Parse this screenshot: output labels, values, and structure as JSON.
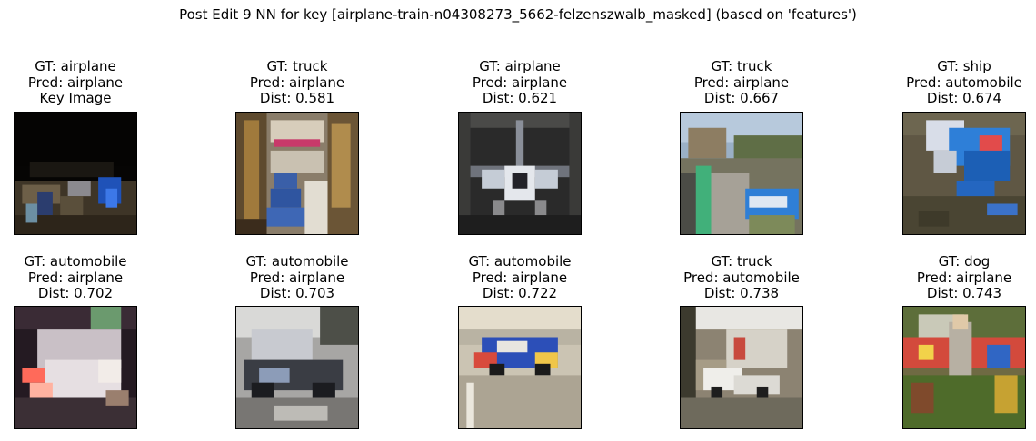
{
  "figure": {
    "title": "Post Edit 9 NN for key [airplane-train-n04308273_5662-felzenszwalb_masked] (based on 'features')"
  },
  "panels": [
    {
      "gt": "GT: airplane",
      "pred": "Pred: airplane",
      "extra": "Key Image",
      "image": "key-image-dark-masked-airplane"
    },
    {
      "gt": "GT: truck",
      "pred": "Pred: airplane",
      "extra": "Dist: 0.581",
      "image": "interior-corridor-blue-seats"
    },
    {
      "gt": "GT: airplane",
      "pred": "Pred: airplane",
      "extra": "Dist: 0.621",
      "image": "propeller-airplane-front-view"
    },
    {
      "gt": "GT: truck",
      "pred": "Pred: airplane",
      "extra": "Dist: 0.667",
      "image": "blue-vehicle-road-green-barrier"
    },
    {
      "gt": "GT: ship",
      "pred": "Pred: automobile",
      "extra": "Dist: 0.674",
      "image": "blue-boat-murky-water"
    },
    {
      "gt": "GT: automobile",
      "pred": "Pred: airplane",
      "extra": "Dist: 0.702",
      "image": "car-night-lights"
    },
    {
      "gt": "GT: automobile",
      "pred": "Pred: airplane",
      "extra": "Dist: 0.703",
      "image": "dark-car-grayscale-scene"
    },
    {
      "gt": "GT: automobile",
      "pred": "Pred: airplane",
      "extra": "Dist: 0.722",
      "image": "blue-race-car-track"
    },
    {
      "gt": "GT: truck",
      "pred": "Pred: automobile",
      "extra": "Dist: 0.738",
      "image": "white-truck-parking-lot"
    },
    {
      "gt": "GT: dog",
      "pred": "Pred: airplane",
      "extra": "Dist: 0.743",
      "image": "people-crowd-grass-colorful"
    }
  ]
}
